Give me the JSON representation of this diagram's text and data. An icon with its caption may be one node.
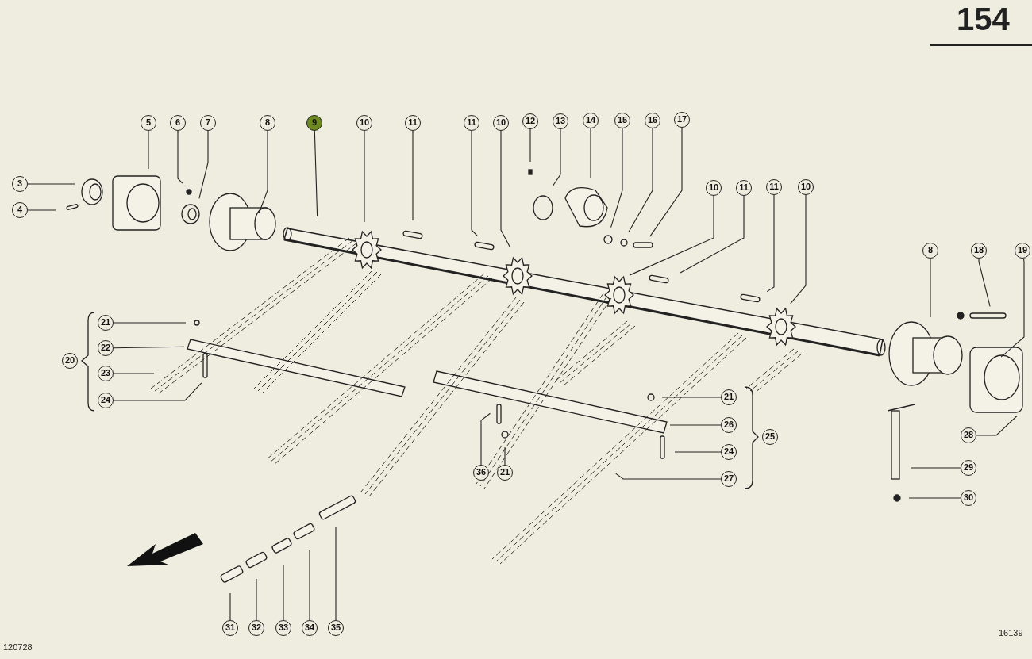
{
  "diagram": {
    "nodes": [
      {
        "text": [
          "5"
        ]
      },
      {
        "text": [
          "6"
        ]
      },
      {
        "text": [
          "7"
        ]
      },
      {
        "text": [
          "8"
        ]
      },
      {
        "text": [
          "9"
        ]
      },
      {
        "text": [
          "10"
        ]
      },
      {
        "text": [
          "11"
        ]
      },
      {
        "text": [
          "11"
        ]
      },
      {
        "text": [
          "10"
        ]
      },
      {
        "text": [
          "12"
        ]
      },
      {
        "text": [
          "13"
        ]
      },
      {
        "text": [
          "14"
        ]
      },
      {
        "text": [
          "15"
        ]
      },
      {
        "text": [
          "16"
        ]
      },
      {
        "text": [
          "17"
        ]
      },
      {
        "text": [
          "3"
        ]
      },
      {
        "text": [
          "10"
        ]
      },
      {
        "text": [
          "11"
        ]
      },
      {
        "text": [
          "11"
        ]
      },
      {
        "text": [
          "10"
        ]
      },
      {
        "text": [
          "4"
        ]
      },
      {
        "text": [
          "8"
        ]
      },
      {
        "text": [
          "18"
        ]
      },
      {
        "text": [
          "19"
        ]
      },
      {
        "text": [
          "21"
        ]
      },
      {
        "text": [
          "22"
        ]
      },
      {
        "text": [
          "20"
        ]
      },
      {
        "text": [
          "23"
        ]
      },
      {
        "text": [
          "24"
        ]
      },
      {
        "text": [
          "21"
        ]
      },
      {
        "text": [
          "26"
        ]
      },
      {
        "text": [
          "25"
        ]
      },
      {
        "text": [
          "24"
        ]
      },
      {
        "text": [
          "28"
        ]
      },
      {
        "text": [
          "29"
        ]
      },
      {
        "text": [
          "36"
        ]
      },
      {
        "text": [
          "21"
        ]
      },
      {
        "text": [
          "27"
        ]
      },
      {
        "text": [
          "30"
        ]
      },
      {
        "text": [
          "31"
        ]
      },
      {
        "text": [
          "32"
        ]
      },
      {
        "text": [
          "33"
        ]
      },
      {
        "text": [
          "34"
        ]
      },
      {
        "text": [
          "35"
        ]
      }
    ],
    "edges": [
      {
        "from": 0,
        "to": null,
        "arrow": "none"
      },
      {
        "from": 1,
        "to": null,
        "arrow": "none"
      },
      {
        "from": 2,
        "to": null,
        "arrow": "none"
      },
      {
        "from": 3,
        "to": null,
        "arrow": "none"
      },
      {
        "from": 4,
        "to": null,
        "arrow": "none"
      },
      {
        "from": 5,
        "to": null,
        "arrow": "none"
      },
      {
        "from": 6,
        "to": null,
        "arrow": "none"
      },
      {
        "from": 7,
        "to": null,
        "arrow": "none"
      },
      {
        "from": 8,
        "to": null,
        "arrow": "none"
      },
      {
        "from": 9,
        "to": null,
        "arrow": "none"
      },
      {
        "from": 10,
        "to": null,
        "arrow": "none"
      },
      {
        "from": 11,
        "to": null,
        "arrow": "none"
      },
      {
        "from": 12,
        "to": null,
        "arrow": "none"
      },
      {
        "from": 13,
        "to": null,
        "arrow": "none"
      },
      {
        "from": 14,
        "to": null,
        "arrow": "none"
      },
      {
        "from": 15,
        "to": null,
        "arrow": "none"
      },
      {
        "from": 16,
        "to": null,
        "arrow": "none"
      },
      {
        "from": 17,
        "to": null,
        "arrow": "none"
      },
      {
        "from": 18,
        "to": null,
        "arrow": "none"
      },
      {
        "from": 19,
        "to": null,
        "arrow": "none"
      },
      {
        "from": 20,
        "to": null,
        "arrow": "none"
      },
      {
        "from": 21,
        "to": null,
        "arrow": "none"
      },
      {
        "from": 22,
        "to": null,
        "arrow": "none"
      },
      {
        "from": 23,
        "to": null,
        "arrow": "none"
      },
      {
        "from": 24,
        "to": null,
        "arrow": "none"
      },
      {
        "from": 25,
        "to": null,
        "arrow": "none"
      },
      {
        "from": 27,
        "to": null,
        "arrow": "none"
      },
      {
        "from": 28,
        "to": null,
        "arrow": "none"
      },
      {
        "from": 29,
        "to": null,
        "arrow": "none"
      },
      {
        "from": 30,
        "to": null,
        "arrow": "none"
      },
      {
        "from": 32,
        "to": null,
        "arrow": "none"
      },
      {
        "from": 33,
        "to": null,
        "arrow": "none"
      },
      {
        "from": 34,
        "to": null,
        "arrow": "none"
      },
      {
        "from": 35,
        "to": null,
        "arrow": "none"
      },
      {
        "from": 36,
        "to": null,
        "arrow": "none"
      },
      {
        "from": 37,
        "to": null,
        "arrow": "none"
      },
      {
        "from": 38,
        "to": null,
        "arrow": "none"
      },
      {
        "from": 39,
        "to": null,
        "arrow": "none"
      },
      {
        "from": 40,
        "to": null,
        "arrow": "none"
      },
      {
        "from": 41,
        "to": null,
        "arrow": "none"
      },
      {
        "from": 42,
        "to": null,
        "arrow": "none"
      },
      {
        "from": 43,
        "to": null,
        "arrow": "none"
      }
    ],
    "labels": [
      "154",
      "120728",
      "16139"
    ]
  }
}
